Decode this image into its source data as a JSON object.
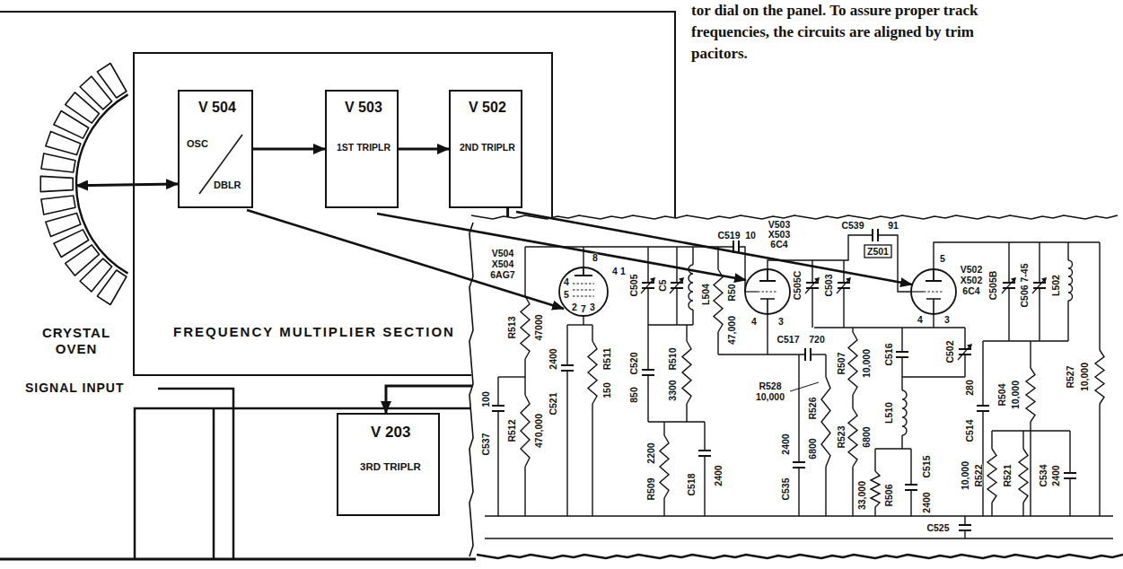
{
  "diagram": {
    "nodes": [
      {
        "text": [
          "CRYSTAL OVEN"
        ]
      },
      {
        "text": [
          "FREQUENCY MULTIPLIER SECTION"
        ]
      },
      {
        "text": [
          "V 504",
          "OSC",
          "DBLR"
        ],
        "in": 1
      },
      {
        "text": [
          "V 503",
          "1ST TRIPLR"
        ],
        "in": 1
      },
      {
        "text": [
          "V 502",
          "2ND TRIPLR"
        ],
        "in": 1
      },
      {
        "text": [
          "V 203",
          "3RD TRIPLR"
        ]
      }
    ],
    "edges": [
      {
        "from": 0,
        "to": 2,
        "arrow": "both"
      },
      {
        "from": 2,
        "to": 3,
        "arrow": "to"
      },
      {
        "from": 3,
        "to": 4,
        "arrow": "to"
      },
      {
        "from": 4,
        "to": 5,
        "arrow": "to"
      }
    ],
    "labels": [
      "tor dial on the panel. To assure proper track",
      "frequencies, the circuits are aligned by trim",
      "pacitors.",
      "SIGNAL INPUT",
      "V504",
      "X504",
      "6AG7",
      "8",
      "4",
      "5",
      "2",
      "7",
      "3",
      "R513",
      "47000",
      "100",
      "C537",
      "R512",
      "470,000",
      "2400",
      "C521",
      "R511",
      "150",
      "4",
      "1",
      "C505",
      "C5",
      "L504",
      "C519",
      "10",
      "R50",
      "47,000",
      "C520",
      "850",
      "R510",
      "3300",
      "2200",
      "R509",
      "C518",
      "2400",
      "V503",
      "X503",
      "6C4",
      "4",
      "3",
      "C505C",
      "C503",
      "C517",
      "720",
      "R528",
      "10,000",
      "2400",
      "C535",
      "R526",
      "6800",
      "R507",
      "10,000",
      "R523",
      "6800",
      "C539",
      "91",
      "Z501",
      "V502",
      "X502",
      "6C4",
      "5",
      "4",
      "3",
      "C516",
      "L510",
      "33,000",
      "R506",
      "C515",
      "2400",
      "C502",
      "C505B",
      "C506 7-45",
      "L502",
      "280",
      "C514",
      "R504",
      "10,000",
      "R527",
      "10,000",
      "10,000",
      "R522",
      "R521",
      "C534",
      "2400",
      "C525"
    ]
  }
}
